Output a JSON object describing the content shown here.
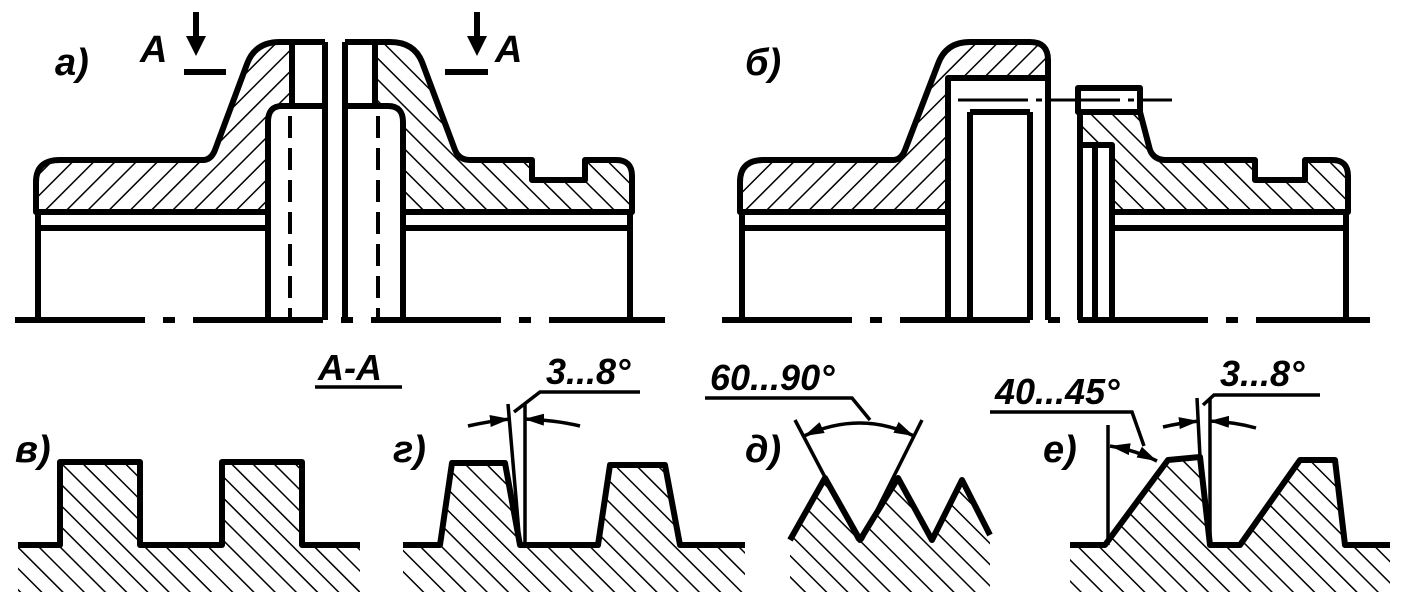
{
  "figure": {
    "panel_labels": {
      "a": "а)",
      "b": "б)",
      "v": "в)",
      "g": "г)",
      "d": "д)",
      "e": "е)"
    },
    "section": {
      "left_mark": "А",
      "right_mark": "А",
      "title": "А-А"
    },
    "dimensions": {
      "g_angle": "3...8°",
      "d_angle": "60...90°",
      "e_slope_angle": "40...45°",
      "e_draft_angle": "3...8°"
    },
    "colors": {
      "ink": "#000000",
      "paper": "#ffffff"
    }
  }
}
